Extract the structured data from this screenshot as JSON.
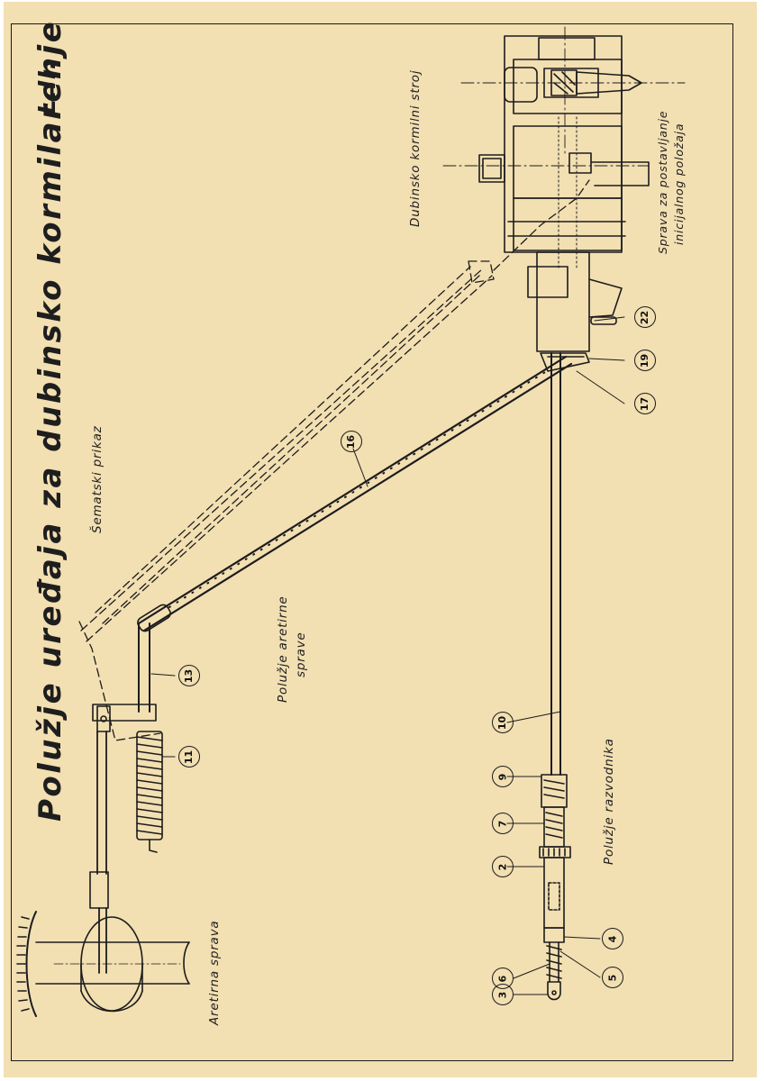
{
  "title": "Polužje uređaja za dubinsko kormilarenje",
  "title_code": "L.II.",
  "subtitle": "Šematski prikaz",
  "labels": {
    "depth_steering_machine": "Dubinsko kormilni stroj",
    "initial_position_device_1": "Sprava za postavljanje",
    "initial_position_device_2": "inicijalnog položaja",
    "arresting_levers_1": "Polužje aretirne",
    "arresting_levers_2": "sprave",
    "distributor_levers": "Polužje razvodnika",
    "arresting_device": "Aretirna sprava"
  },
  "part_numbers": {
    "p22": "22",
    "p19": "19",
    "p17": "17",
    "p16": "16",
    "p13": "13",
    "p11": "11",
    "p10": "10",
    "p9": "9",
    "p7": "7",
    "p2": "2",
    "p4": "4",
    "p5": "5",
    "p6": "6",
    "p3": "3"
  },
  "colors": {
    "paper": "#f2dfb2",
    "ink": "#1a1a1a"
  }
}
